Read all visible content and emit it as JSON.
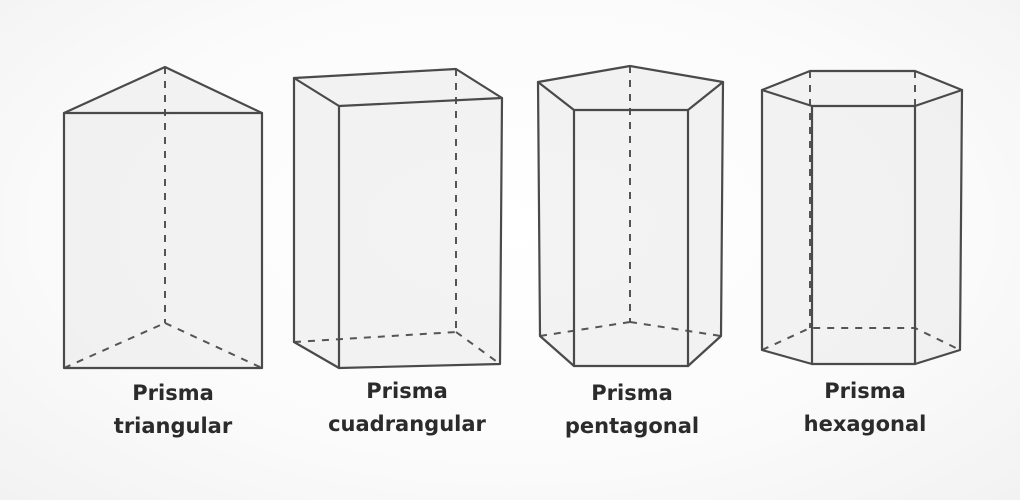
{
  "prisms": [
    {
      "line1": "Prisma",
      "line2": "triangular"
    },
    {
      "line1": "Prisma",
      "line2": "cuadrangular"
    },
    {
      "line1": "Prisma",
      "line2": "pentagonal"
    },
    {
      "line1": "Prisma",
      "line2": "hexagonal"
    }
  ]
}
